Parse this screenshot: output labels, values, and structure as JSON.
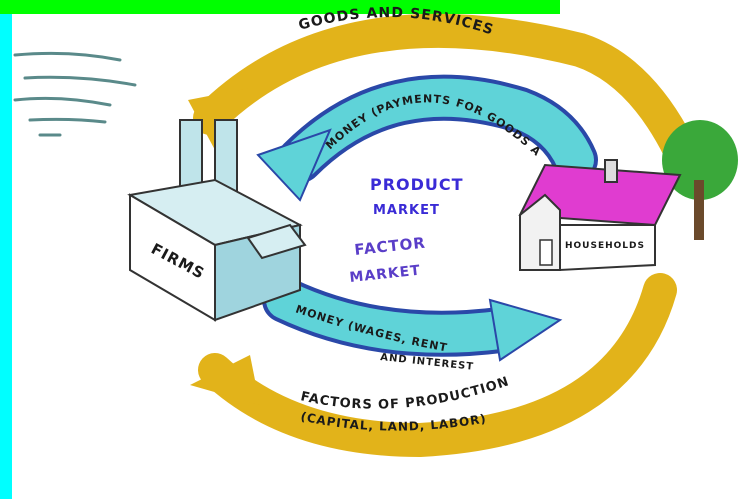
{
  "labels": {
    "goods_and_services": "GOODS AND SERVICES",
    "money_payments": "MONEY (PAYMENTS FOR GOODS AND SERVICES)",
    "product_market_1": "PRODUCT",
    "product_market_2": "MARKET",
    "factor_market_1": "FACTOR",
    "factor_market_2": "MARKET",
    "firms": "FIRMS",
    "households": "HOUSEHOLDS",
    "money_wages_1": "MONEY (WAGES, RENT",
    "money_wages_2": "AND INTEREST",
    "factors_1": "FACTORS OF PRODUCTION",
    "factors_2": "(CAPITAL, LAND, LABOR)"
  },
  "colors": {
    "flow_outer": "#e2b31a",
    "flow_inner": "#5fd3d8",
    "inner_dark": "#2a48a8",
    "product_market_text": "#3a2bd6",
    "factor_market_text": "#5a3ec8",
    "roof": "#e03cd0",
    "tree": "#3aa83a",
    "background_left": "#00ffff",
    "background_top": "#00ff00"
  }
}
